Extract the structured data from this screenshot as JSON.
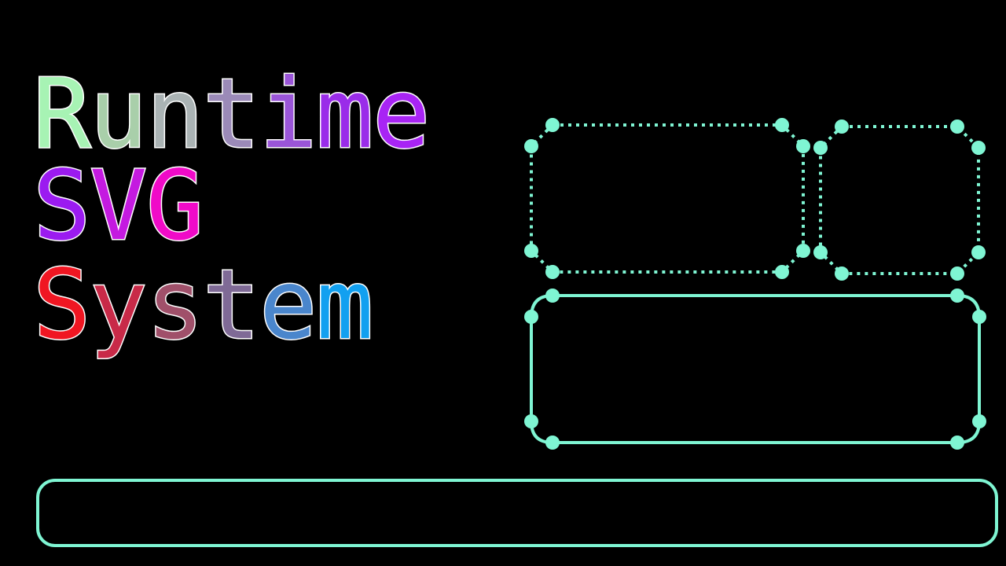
{
  "title_lines": [
    {
      "text": "Runtime",
      "letter_colors": [
        "#a7f3b4",
        "#a9cfaa",
        "#aab3b4",
        "#9b8ab8",
        "#9a55d8",
        "#9a2ce9",
        "#a824f4"
      ]
    },
    {
      "text": "SVG",
      "letter_colors": [
        "#9b1bf0",
        "#c41ae0",
        "#f00ac8"
      ]
    },
    {
      "text": "System",
      "letter_colors": [
        "#f01622",
        "#c82a48",
        "#a0506a",
        "#7f6a96",
        "#4a86cc",
        "#12a0f0"
      ]
    }
  ],
  "colors": {
    "background": "#000000",
    "frame_stroke": "#7ff5d3",
    "frame_handle": "#7ff5d3",
    "letter_outline": "#ffffff"
  }
}
